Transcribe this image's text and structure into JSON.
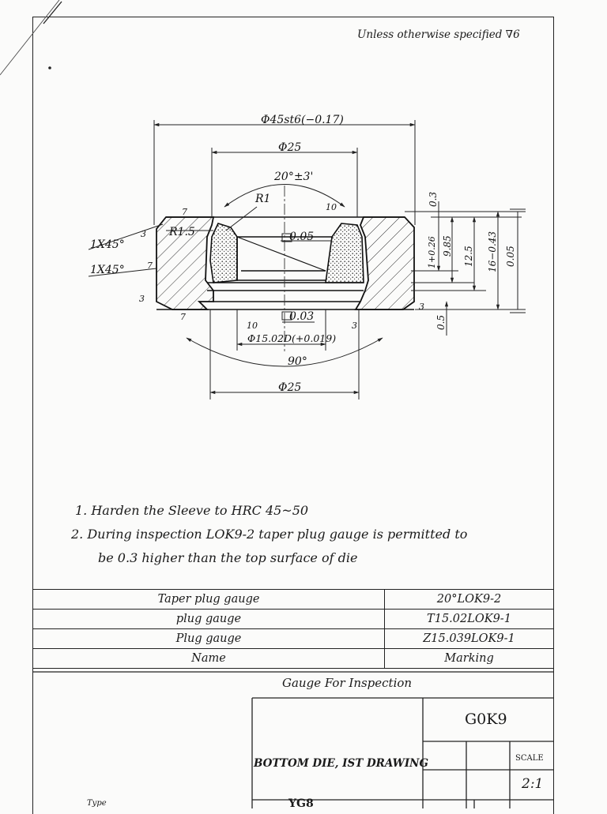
{
  "general_note": "Unless otherwise specified ∇6",
  "dimensions": {
    "outer_diameter": "Φ45st6(−0.17)",
    "top_bore": "Φ25",
    "taper_angle": "20°±3'",
    "radius_r1": "R1",
    "radius_r15": "R1.5",
    "runout_top": "0.05",
    "runout_bottom": "0.03",
    "chamfer_top": "1X45°",
    "chamfer_side": "1X45°",
    "finish_3": "3",
    "finish_7": "7",
    "finish_10": "10",
    "bore_diameter": "Φ15.02D(+0.019)",
    "cone_angle": "90°",
    "bottom_bore": "Φ25",
    "height_03": "0.3",
    "height_1": "1+0.26",
    "height_985": "9.85",
    "height_125": "12.5",
    "height_total": "16−0.43",
    "flatness": "0.05",
    "step_05": "0.5"
  },
  "notes": [
    "1. Harden the Sleeve to HRC 45~50",
    "2. During inspection LOK9-2 taper plug gauge is permitted to",
    "be 0.3 higher than the top surface of die"
  ],
  "gauge_table": [
    {
      "name": "Taper plug gauge",
      "marking": "20°LOK9-2"
    },
    {
      "name": "plug gauge",
      "marking": "T15.02LOK9-1"
    },
    {
      "name": "Plug gauge",
      "marking": "Z15.039LOK9-1"
    },
    {
      "name": "Name",
      "marking": "Marking"
    }
  ],
  "gauge_caption": "Gauge For Inspection",
  "title_block": {
    "drawing_title": "BOTTOM DIE, IST DRAWING",
    "drawing_code": "G0K9",
    "scale_label": "SCALE",
    "scale_value": "2:1",
    "bottom_fragment": "YG8"
  },
  "stamp_fragment": "Type"
}
